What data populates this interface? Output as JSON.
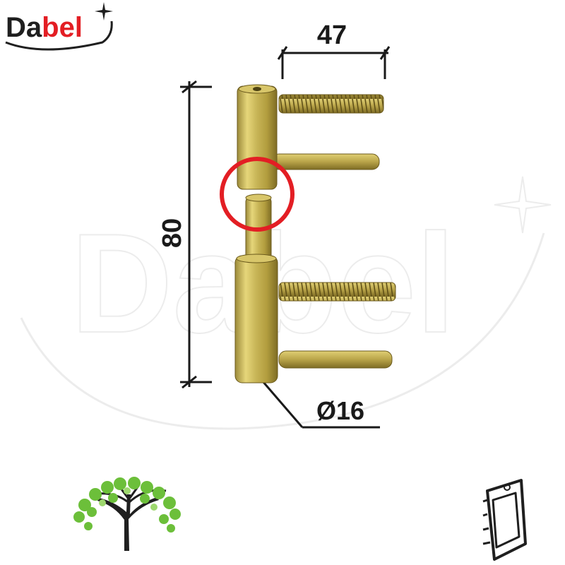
{
  "brand": {
    "name_part1": "Da",
    "name_part2": "bel",
    "primary_color": "#1f1f1f",
    "accent_color": "#e31e24"
  },
  "dimensions": {
    "width": "47",
    "height": "80",
    "diameter": "Ø16"
  },
  "highlight_color": "#e31e24",
  "icons": {
    "tree": "eco-tree-icon",
    "package": "blister-package-icon"
  }
}
